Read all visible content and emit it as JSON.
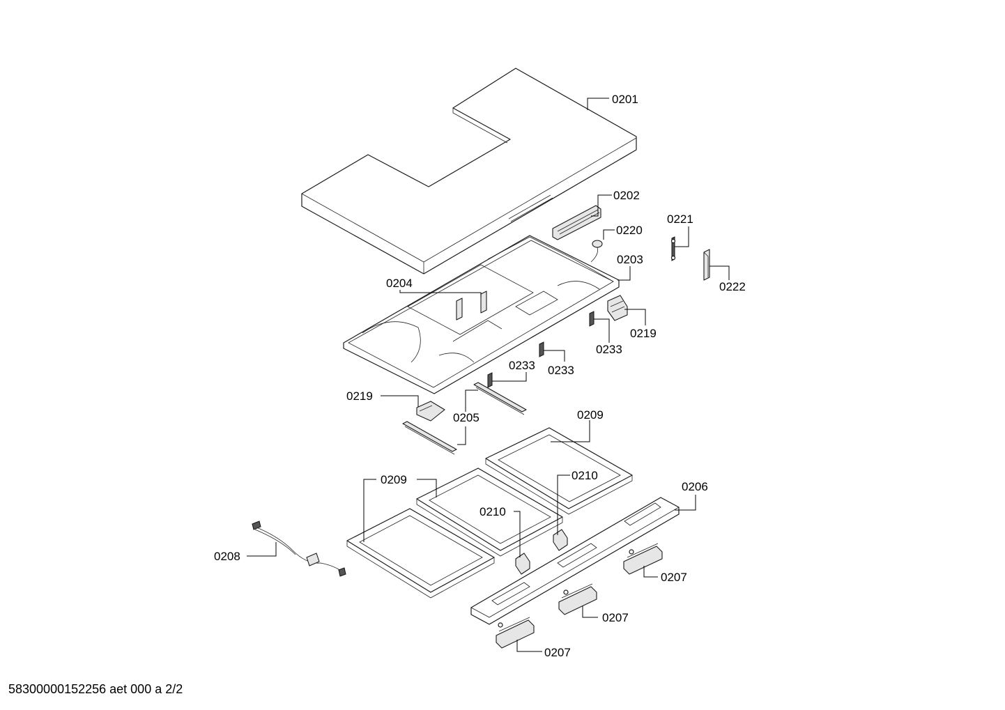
{
  "diagram": {
    "labels": {
      "p0201": "0201",
      "p0202": "0202",
      "p0220": "0220",
      "p0221": "0221",
      "p0203": "0203",
      "p0222": "0222",
      "p0204": "0204",
      "p0219a": "0219",
      "p0233a": "0233",
      "p0233b": "0233",
      "p0233c": "0233",
      "p0219b": "0219",
      "p0205": "0205",
      "p0209a": "0209",
      "p0209b": "0209",
      "p0210a": "0210",
      "p0210b": "0210",
      "p0206": "0206",
      "p0208": "0208",
      "p0207a": "0207",
      "p0207b": "0207",
      "p0207c": "0207"
    }
  },
  "footer": {
    "text": "58300000152256 aet 000 a 2/2"
  }
}
